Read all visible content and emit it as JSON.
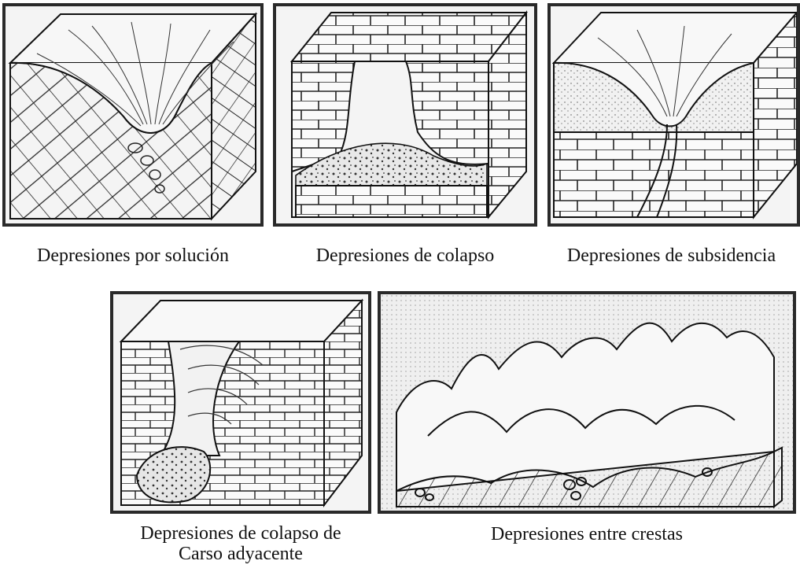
{
  "panels": [
    {
      "caption": "Depresiones por solución"
    },
    {
      "caption": "Depresiones de colapso"
    },
    {
      "caption": "Depresiones de subsidencia"
    },
    {
      "caption_line1": "Depresiones de colapso de",
      "caption_line2": "Carso adyacente"
    },
    {
      "caption": "Depresiones entre crestas"
    }
  ]
}
